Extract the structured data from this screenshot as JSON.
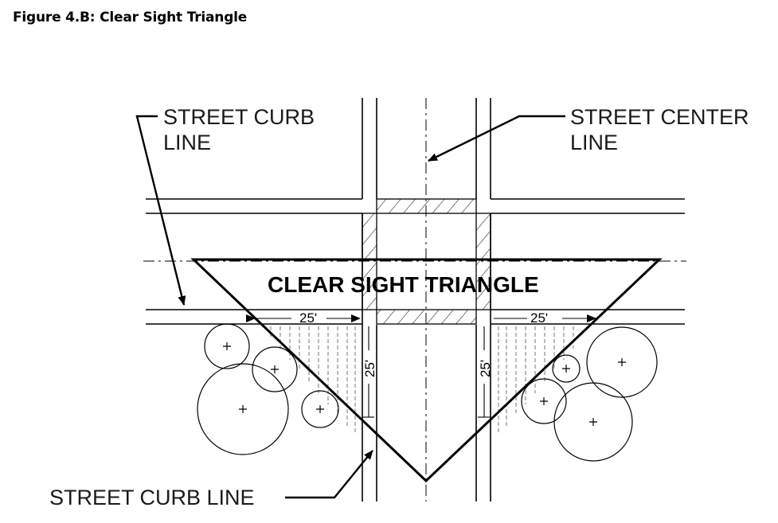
{
  "figure": {
    "title": "Figure 4.B: Clear Sight Triangle"
  },
  "labels": {
    "street_curb_line_top_line1": "STREET CURB",
    "street_curb_line_top_line2": "LINE",
    "street_center_line_line1": "STREET CENTER",
    "street_center_line_line2": "LINE",
    "clear_sight_triangle": "CLEAR SIGHT TRIANGLE",
    "street_curb_line_bottom": "STREET CURB LINE"
  },
  "dimensions": {
    "left_horizontal": "25'",
    "right_horizontal": "25'",
    "left_vertical": "25'",
    "right_vertical": "25'"
  },
  "colors": {
    "line": "#000000",
    "background": "#ffffff"
  }
}
